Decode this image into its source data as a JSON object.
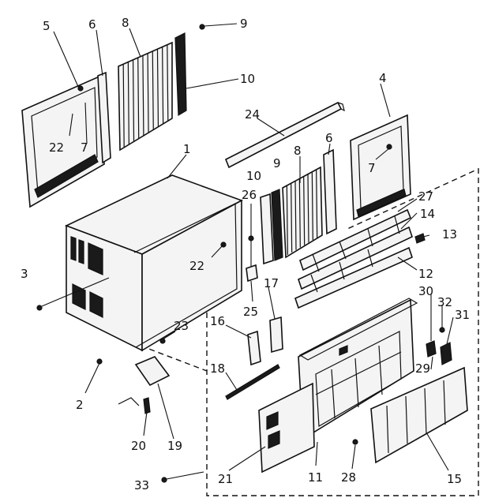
{
  "labels": [
    {
      "id": "l5",
      "text": "5"
    },
    {
      "id": "l6a",
      "text": "6"
    },
    {
      "id": "l8a",
      "text": "8"
    },
    {
      "id": "l9a",
      "text": "9"
    },
    {
      "id": "l10a",
      "text": "10"
    },
    {
      "id": "l4",
      "text": "4"
    },
    {
      "id": "l1",
      "text": "1"
    },
    {
      "id": "l24",
      "text": "24"
    },
    {
      "id": "l6b",
      "text": "6"
    },
    {
      "id": "l8b",
      "text": "8"
    },
    {
      "id": "l7a",
      "text": "7"
    },
    {
      "id": "l22a",
      "text": "22"
    },
    {
      "id": "l7b",
      "text": "7"
    },
    {
      "id": "l10b",
      "text": "10"
    },
    {
      "id": "l9b",
      "text": "9"
    },
    {
      "id": "l26",
      "text": "26"
    },
    {
      "id": "l27",
      "text": "27"
    },
    {
      "id": "l14",
      "text": "14"
    },
    {
      "id": "l13",
      "text": "13"
    },
    {
      "id": "l3",
      "text": "3"
    },
    {
      "id": "l22b",
      "text": "22"
    },
    {
      "id": "l12",
      "text": "12"
    },
    {
      "id": "l25",
      "text": "25"
    },
    {
      "id": "l17",
      "text": "17"
    },
    {
      "id": "l30",
      "text": "30"
    },
    {
      "id": "l32",
      "text": "32"
    },
    {
      "id": "l31",
      "text": "31"
    },
    {
      "id": "l16",
      "text": "16"
    },
    {
      "id": "l23",
      "text": "23"
    },
    {
      "id": "l29",
      "text": "29"
    },
    {
      "id": "l18",
      "text": "18"
    },
    {
      "id": "l2",
      "text": "2"
    },
    {
      "id": "l20",
      "text": "20"
    },
    {
      "id": "l19",
      "text": "19"
    },
    {
      "id": "l21",
      "text": "21"
    },
    {
      "id": "l11",
      "text": "11"
    },
    {
      "id": "l28",
      "text": "28"
    },
    {
      "id": "l15",
      "text": "15"
    },
    {
      "id": "l33",
      "text": "33"
    }
  ]
}
